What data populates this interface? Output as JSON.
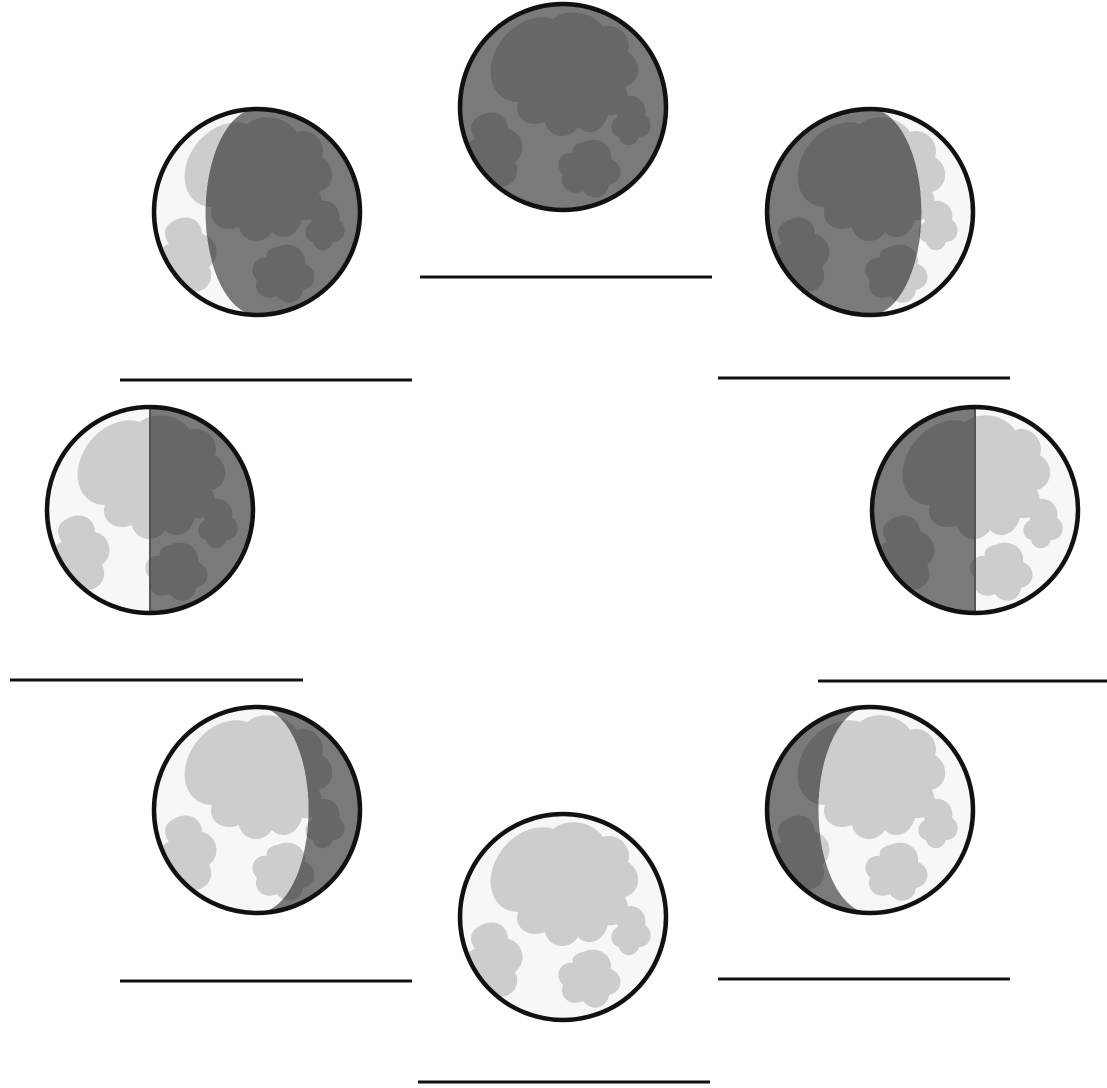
{
  "worksheet": {
    "phases": [
      {
        "id": "new-moon",
        "lit_fraction": 0.0,
        "lit_side": "none"
      },
      {
        "id": "waxing-crescent",
        "lit_fraction": 0.25,
        "lit_side": "right"
      },
      {
        "id": "first-quarter",
        "lit_fraction": 0.5,
        "lit_side": "right"
      },
      {
        "id": "waxing-gibbous",
        "lit_fraction": 0.75,
        "lit_side": "right"
      },
      {
        "id": "full-moon",
        "lit_fraction": 1.0,
        "lit_side": "all"
      },
      {
        "id": "waning-gibbous",
        "lit_fraction": 0.75,
        "lit_side": "left"
      },
      {
        "id": "third-quarter",
        "lit_fraction": 0.5,
        "lit_side": "left"
      },
      {
        "id": "waning-crescent",
        "lit_fraction": 0.25,
        "lit_side": "left"
      }
    ],
    "answer_blank_count": 8,
    "colors": {
      "shadow": "#7a7a7a",
      "shadow_maria": "#676767",
      "lit": "#f7f7f7",
      "lit_maria": "#cdcdcd",
      "outline": "#111111",
      "answer_line": "#111111"
    }
  }
}
